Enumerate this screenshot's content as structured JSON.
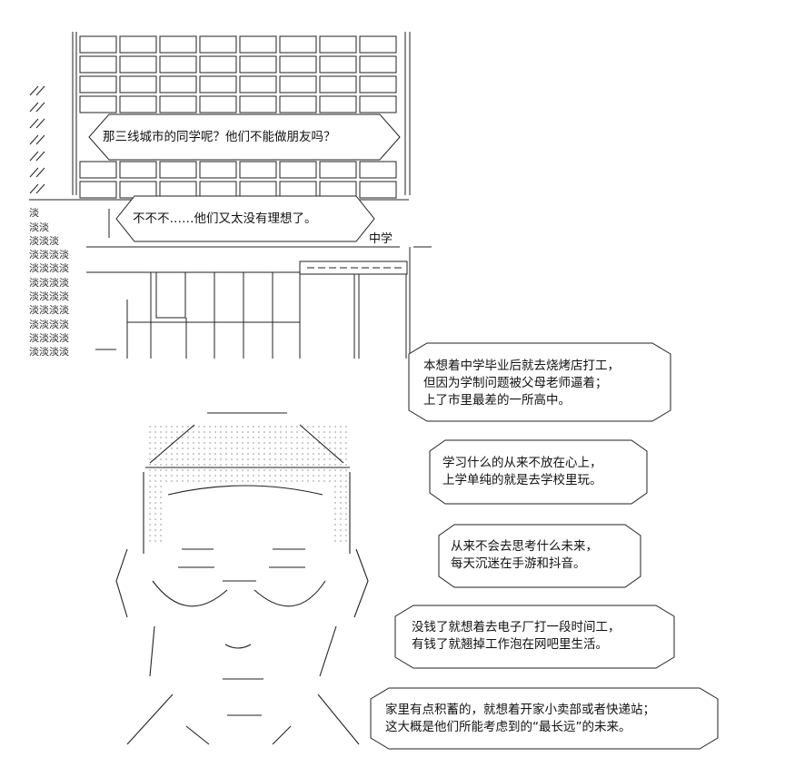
{
  "top_scene": {
    "bubble_question": "那三线城市的同学呢？他们不能做朋友吗？",
    "bubble_answer": "不不不……他们又太没有理想了。",
    "sign_label": "中学",
    "wall_glyph": "淡"
  },
  "narration": [
    {
      "lines": [
        "本想着中学毕业后就去烧烤店打工，",
        "但因为学制问题被父母老师逼着；",
        "上了市里最差的一所高中。"
      ]
    },
    {
      "lines": [
        "学习什么的从来不放在心上，",
        "上学单纯的就是去学校里玩。"
      ]
    },
    {
      "lines": [
        "从来不会去思考什么未来，",
        "每天沉迷在手游和抖音。"
      ]
    },
    {
      "lines": [
        "没钱了就想着去电子厂打一段时间工，",
        "有钱了就翘掉工作泡在网吧里生活。"
      ]
    },
    {
      "lines": [
        "家里有点积蓄的，就想着开家小卖部或者快递站；",
        "这大概是他们所能考虑到的“最长远”的未来。"
      ]
    }
  ]
}
